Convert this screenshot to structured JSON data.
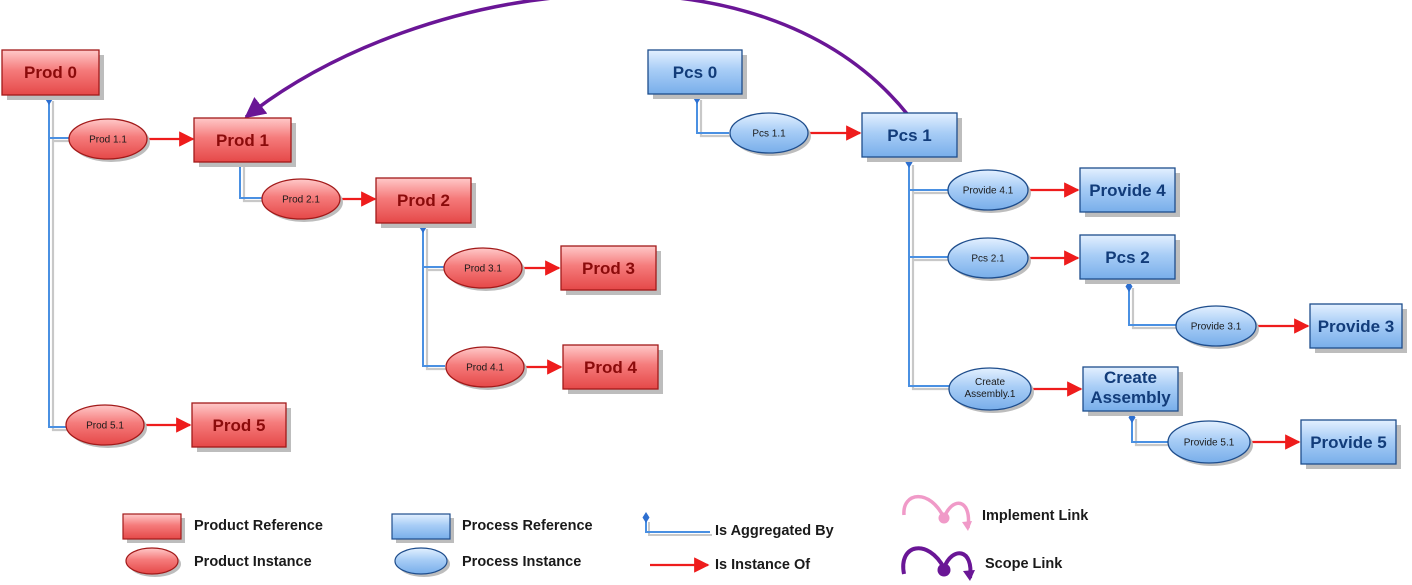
{
  "product_references": [
    {
      "id": "prod0",
      "label": "Prod 0"
    },
    {
      "id": "prod1",
      "label": "Prod 1"
    },
    {
      "id": "prod2",
      "label": "Prod 2"
    },
    {
      "id": "prod3",
      "label": "Prod 3"
    },
    {
      "id": "prod4",
      "label": "Prod 4"
    },
    {
      "id": "prod5",
      "label": "Prod 5"
    }
  ],
  "product_instances": [
    {
      "id": "prod1_1",
      "label": "Prod 1.1"
    },
    {
      "id": "prod2_1",
      "label": "Prod 2.1"
    },
    {
      "id": "prod3_1",
      "label": "Prod 3.1"
    },
    {
      "id": "prod4_1",
      "label": "Prod 4.1"
    },
    {
      "id": "prod5_1",
      "label": "Prod 5.1"
    }
  ],
  "process_references": [
    {
      "id": "pcs0",
      "label": "Pcs 0"
    },
    {
      "id": "pcs1",
      "label": "Pcs 1"
    },
    {
      "id": "provide4",
      "label": "Provide 4"
    },
    {
      "id": "pcs2",
      "label": "Pcs 2"
    },
    {
      "id": "provide3",
      "label": "Provide 3"
    },
    {
      "id": "create_assembly",
      "label_line1": "Create",
      "label_line2": "Assembly"
    },
    {
      "id": "provide5",
      "label": "Provide 5"
    }
  ],
  "process_instances": [
    {
      "id": "pcs1_1",
      "label": "Pcs 1.1"
    },
    {
      "id": "provide4_1",
      "label": "Provide 4.1"
    },
    {
      "id": "pcs2_1",
      "label": "Pcs 2.1"
    },
    {
      "id": "provide3_1",
      "label": "Provide 3.1"
    },
    {
      "id": "create_assembly_1",
      "label_line1": "Create",
      "label_line2": "Assembly.1"
    },
    {
      "id": "provide5_1",
      "label": "Provide 5.1"
    }
  ],
  "legend": {
    "product_reference": "Product Reference",
    "product_instance": "Product Instance",
    "process_reference": "Process Reference",
    "process_instance": "Process Instance",
    "is_aggregated_by": "Is Aggregated By",
    "is_instance_of": "Is Instance Of",
    "implement_link": "Implement Link",
    "scope_link": "Scope Link"
  },
  "colors": {
    "product_fill": "#f36c6c",
    "product_stroke": "#a21a1a",
    "process_fill": "#9cc4f2",
    "process_stroke": "#1e4d8c",
    "aggregation_line": "#4a90e2",
    "instance_arrow": "#ee1c1c",
    "scope_link": "#6a1696",
    "implement_link": "#f09ac8"
  }
}
